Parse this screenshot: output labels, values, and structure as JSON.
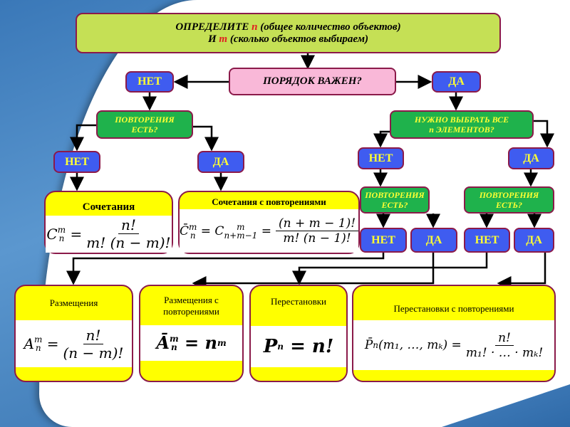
{
  "header": {
    "line1_prefix": "ОПРЕДЕЛИТЕ ",
    "n": "n",
    "line1_suffix": " (общее количество объектов)",
    "line2_prefix": "И ",
    "m": "m",
    "line2_suffix": " (сколько объектов выбираем)"
  },
  "question_order": "ПОРЯДОК ВАЖЕН?",
  "no": "НЕТ",
  "yes": "ДА",
  "question_repeat": "ПОВТОРЕНИЯ ЕСТЬ?",
  "question_all": "НУЖНО ВЫБРАТЬ ВСЕ n ЭЛЕМЕНТОВ?",
  "results": {
    "combinations": {
      "title": "Сочетания",
      "lhs": "C",
      "sup": "m",
      "sub": "n",
      "num": "n!",
      "den": "m! (n − m)!"
    },
    "combinations_rep": {
      "title": "Сочетания с повторениями",
      "lhs": "C̄",
      "sup": "m",
      "sub": "n",
      "mid": "= C",
      "mid_sup": "m",
      "mid_sub": "n+m−1",
      "num": "(n + m − 1)!",
      "den": "m! (n − 1)!"
    },
    "arrangements": {
      "title": "Размещения",
      "lhs": "A",
      "sup": "m",
      "sub": "n",
      "num": "n!",
      "den": "(n − m)!"
    },
    "arrangements_rep": {
      "title": "Размещения с повторениями",
      "lhs": "Ā",
      "sup": "m",
      "sub": "n",
      "rhs": "= n",
      "rhs_sup": "m"
    },
    "permutations": {
      "title": "Перестановки",
      "lhs": "P",
      "sub": "n",
      "rhs": "= n!"
    },
    "permutations_rep": {
      "title": "Перестановки с повторениями",
      "lhs": "P̄",
      "sub": "n",
      "args": "(m₁, …, mₖ) =",
      "num": "n!",
      "den": "m₁! · … · mₖ!"
    }
  },
  "colors": {
    "header": "#c5e055",
    "order": "#f9b8d8",
    "blue": "#3f5cf0",
    "green": "#1fb24c",
    "yellow": "#ffff00",
    "border": "#8b1a4a"
  }
}
